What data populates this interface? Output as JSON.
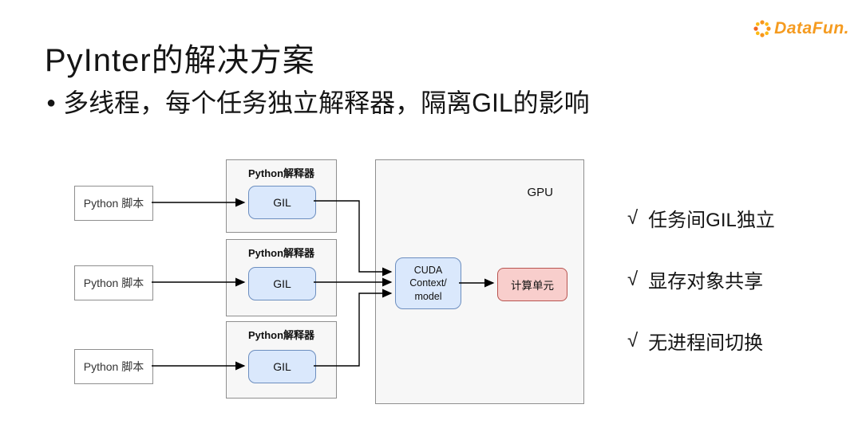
{
  "slide": {
    "title": "PyInter的解决方案",
    "bullet_marker": "●",
    "bullet_text": "多线程，每个任务独立解释器，隔离GIL的影响"
  },
  "logo": {
    "text": "DataFun.",
    "color": "#f59b20"
  },
  "diagram": {
    "scripts": [
      {
        "label": "Python 脚本"
      },
      {
        "label": "Python 脚本"
      },
      {
        "label": "Python 脚本"
      }
    ],
    "interpreters": [
      {
        "title": "Python解释器",
        "gil": "GIL"
      },
      {
        "title": "Python解释器",
        "gil": "GIL"
      },
      {
        "title": "Python解释器",
        "gil": "GIL"
      }
    ],
    "gpu": {
      "label": "GPU",
      "cuda_lines": [
        "CUDA",
        "Context/",
        "model"
      ],
      "compute_label": "计算单元"
    },
    "colors": {
      "blue_fill": "#dae8fc",
      "blue_border": "#6c8ebf",
      "red_fill": "#f8cecc",
      "red_border": "#b85450",
      "gray_fill": "#f7f7f7",
      "gray_border": "#8f8f8f"
    }
  },
  "checklist": [
    {
      "mark": "√",
      "text": "任务间GIL独立"
    },
    {
      "mark": "√",
      "text": "显存对象共享"
    },
    {
      "mark": "√",
      "text": "无进程间切换"
    }
  ]
}
